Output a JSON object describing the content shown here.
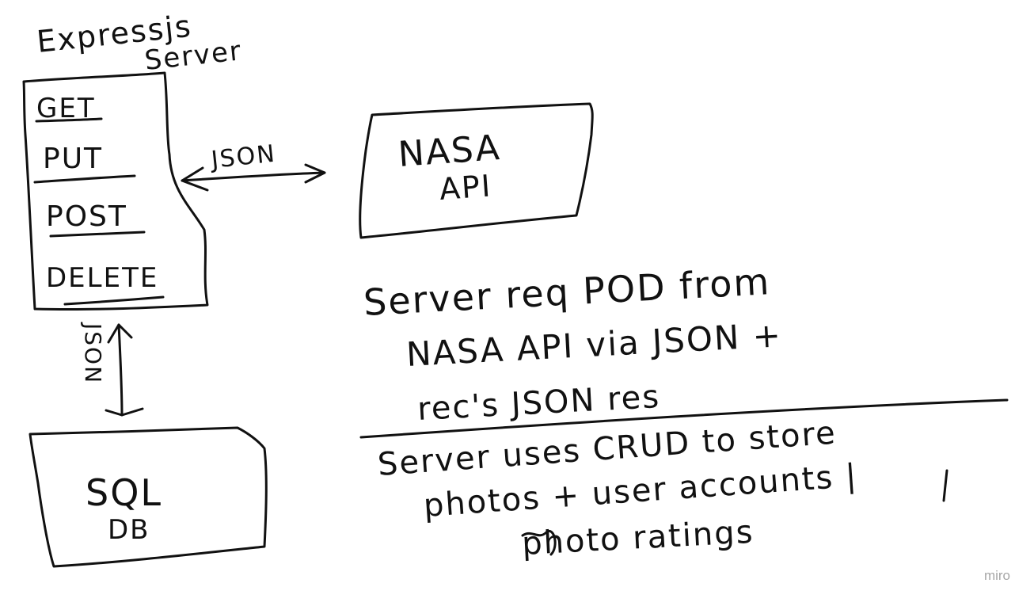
{
  "diagram": {
    "server": {
      "title_line1": "Expressjs",
      "title_line2": "Server",
      "methods": [
        "GET",
        "PUT",
        "POST",
        "DELETE"
      ]
    },
    "nasa": {
      "line1": "NASA",
      "line2": "API"
    },
    "db": {
      "line1": "SQL",
      "line2": "DB"
    },
    "edges": {
      "server_nasa_label": "JSON",
      "server_db_label": "JSON"
    },
    "notes": {
      "req_lines": [
        "Server req POD from",
        "NASA API via JSON +",
        "rec's JSON res"
      ],
      "crud_lines": [
        "Server uses CRUD to store",
        "photos + user accounts |",
        "photo ratings"
      ]
    }
  },
  "branding": {
    "watermark": "miro"
  },
  "colors": {
    "ink": "#111111",
    "background": "#ffffff",
    "watermark": "#a6a6a6"
  }
}
